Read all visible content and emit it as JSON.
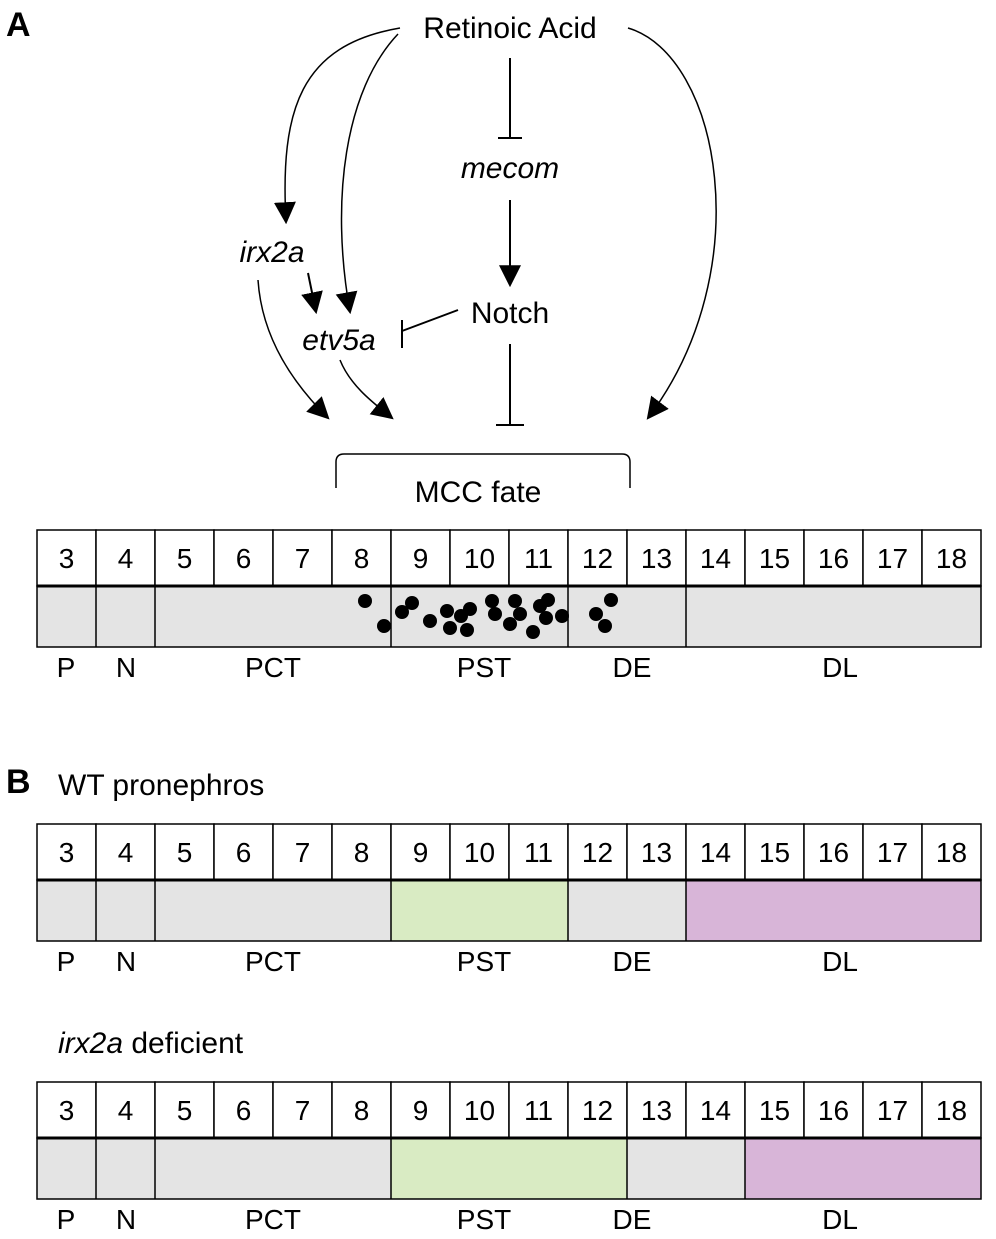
{
  "panels": [
    {
      "letter": "A"
    },
    {
      "letter": "B"
    }
  ],
  "pathway": {
    "nodes": {
      "retinoic_acid": "Retinoic Acid",
      "mecom": "mecom",
      "notch": "Notch",
      "irx2a": "irx2a",
      "etv5a": "etv5a",
      "mcc_fate": "MCC fate"
    }
  },
  "segment_numbers_a": [
    "3",
    "4",
    "5",
    "6",
    "7",
    "8",
    "9",
    "10",
    "11",
    "12",
    "13",
    "14",
    "15",
    "16",
    "17",
    "18"
  ],
  "segment_numbers_wt": [
    "3",
    "4",
    "5",
    "6",
    "7",
    "8",
    "9",
    "10",
    "11",
    "12",
    "13",
    "14",
    "15",
    "16",
    "17",
    "18"
  ],
  "segment_numbers_irx2a": [
    "3",
    "4",
    "5",
    "6",
    "7",
    "8",
    "9",
    "10",
    "11",
    "12",
    "13",
    "14",
    "15",
    "16",
    "17",
    "18"
  ],
  "zones_a": [
    "P",
    "N",
    "PCT",
    "PST",
    "DE",
    "DL"
  ],
  "zones_wt": [
    "P",
    "N",
    "PCT",
    "PST",
    "DE",
    "DL"
  ],
  "zones_irx2a": [
    "P",
    "N",
    "PCT",
    "PST",
    "DE",
    "DL"
  ],
  "heading_wt": "WT pronephros",
  "heading_irx2a": {
    "italic": "irx2a",
    "rest": " deficient"
  },
  "colors": {
    "grey": "#e4e4e4",
    "pst_green": "#d9ebc3",
    "dl_purple": "#d8b5d8"
  },
  "mcc_cell_count": 23
}
